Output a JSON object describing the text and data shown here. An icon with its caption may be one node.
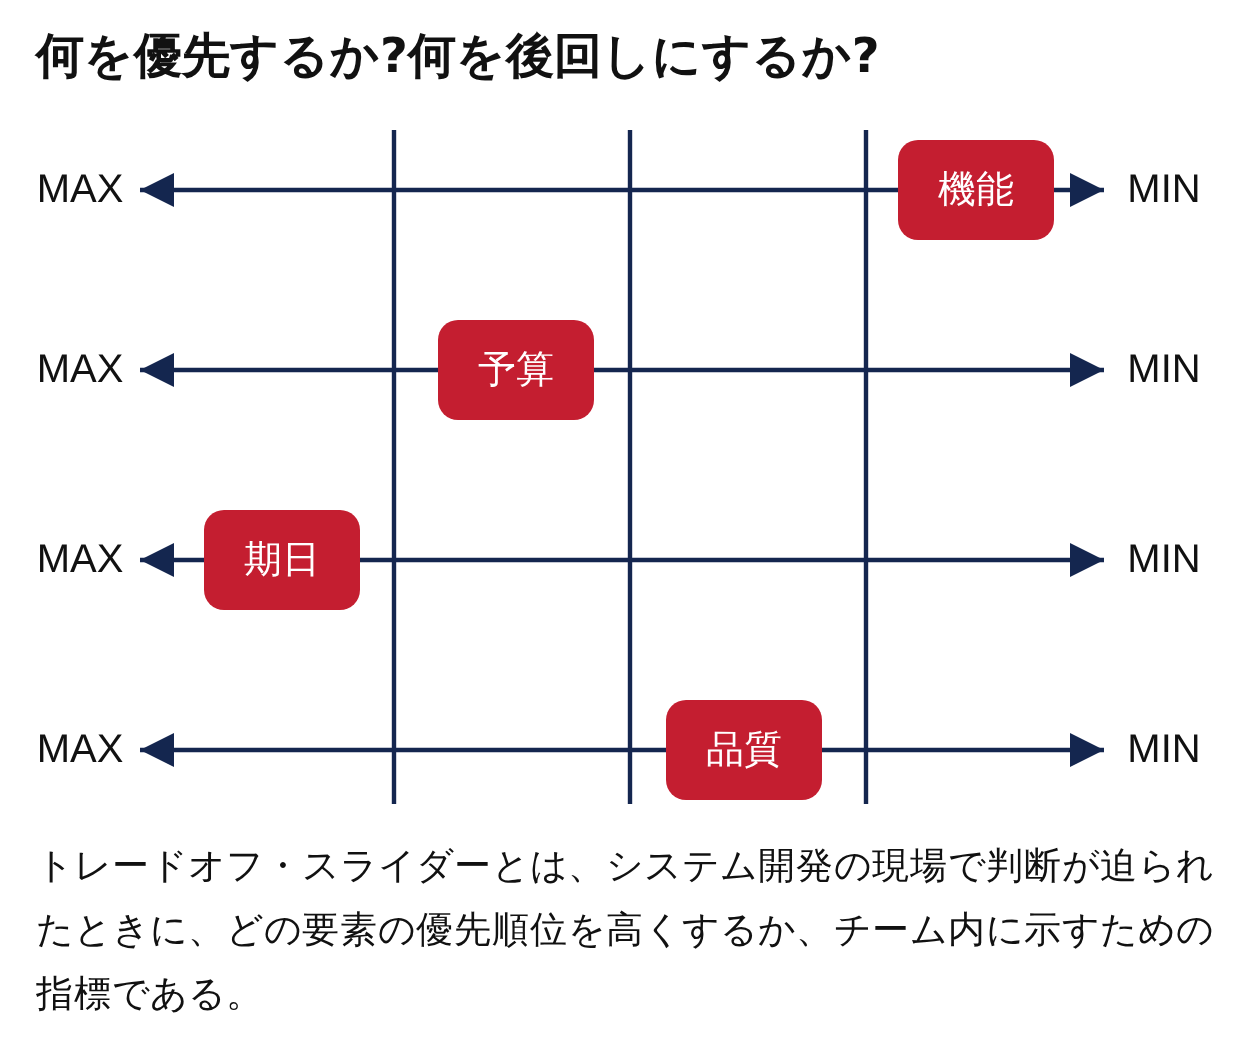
{
  "diagram": {
    "title": "何を優先するか?何を後回しにするか?",
    "nodes": [
      {
        "text": [
          "MAX"
        ]
      },
      {
        "text": [
          "機能"
        ]
      },
      {
        "text": [
          "MIN"
        ]
      },
      {
        "text": [
          "MAX"
        ]
      },
      {
        "text": [
          "予算"
        ]
      },
      {
        "text": [
          "MIN"
        ]
      },
      {
        "text": [
          "MAX"
        ]
      },
      {
        "text": [
          "期日"
        ]
      },
      {
        "text": [
          "MIN"
        ]
      },
      {
        "text": [
          "MAX"
        ]
      },
      {
        "text": [
          "品質"
        ]
      },
      {
        "text": [
          "MIN"
        ]
      }
    ],
    "edges": [
      {
        "from": 1,
        "to": 0,
        "arrow": "to"
      },
      {
        "from": 1,
        "to": 2,
        "arrow": "to"
      },
      {
        "from": 4,
        "to": 3,
        "arrow": "to"
      },
      {
        "from": 4,
        "to": 5,
        "arrow": "to"
      },
      {
        "from": 7,
        "to": 6,
        "arrow": "to"
      },
      {
        "from": 7,
        "to": 8,
        "arrow": "to"
      },
      {
        "from": 10,
        "to": 9,
        "arrow": "to"
      },
      {
        "from": 10,
        "to": 11,
        "arrow": "to"
      }
    ],
    "caption": "トレードオフ・スライダーとは、システム開発の現場で判断が迫られたときに、どの要素の優先順位を高くするか、チーム内に示すための指標である。"
  }
}
